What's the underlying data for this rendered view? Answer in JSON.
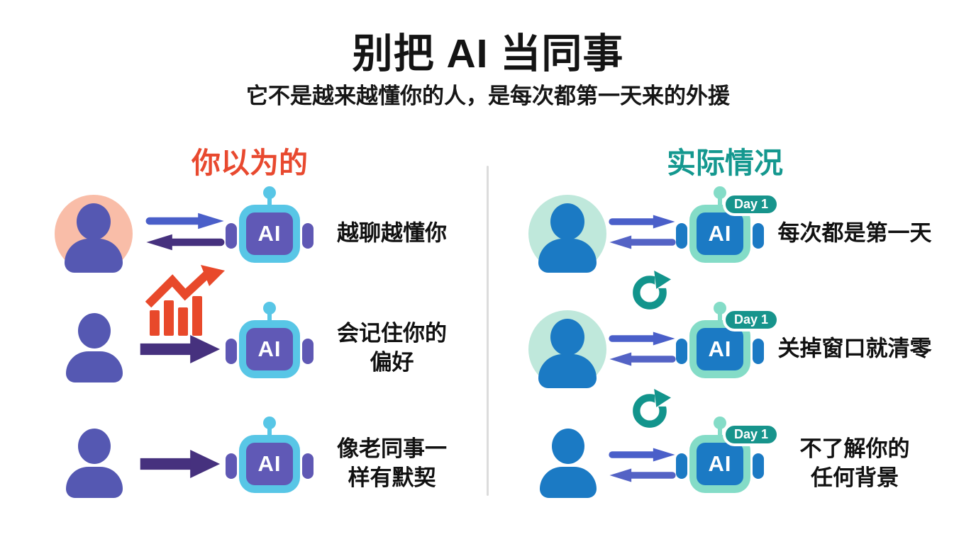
{
  "header": {
    "title": "别把 AI 当同事",
    "subtitle": "它不是越来越懂你的人，是每次都第一天来的外援"
  },
  "left": {
    "heading": "你以为的",
    "robot_label": "AI",
    "rows": [
      {
        "label": "越聊越懂你"
      },
      {
        "label": "会记住你的\n偏好"
      },
      {
        "label": "像老同事一\n样有默契"
      }
    ]
  },
  "right": {
    "heading": "实际情况",
    "robot_label": "AI",
    "rows": [
      {
        "label": "每次都是第一天",
        "badge": "Day 1"
      },
      {
        "label": "关掉窗口就清零",
        "badge": "Day 1"
      },
      {
        "label": "不了解你的\n任何背景",
        "badge": "Day 1"
      }
    ]
  },
  "icons": {
    "growth_chart": "rising-bar-chart-with-arrow",
    "refresh": "circular-reset-arrow",
    "arrow_pair": "bidirectional-exchange-arrows",
    "arrow_single": "one-way-arrow"
  },
  "colors": {
    "left_heading": "#E8492F",
    "right_heading": "#14988F",
    "person_purple": "#5558B2",
    "person_blue": "#1B7AC4",
    "avatar_peach": "#F9BDA8",
    "avatar_mint": "#BFE8DB",
    "robot_cyan": "#58C6E6",
    "robot_screen_purple": "#6059B6",
    "robot_mint": "#84DCC7",
    "robot_screen_blue": "#1B7AC4",
    "arrow_blue": "#4A5FC9",
    "arrow_dark_purple": "#46317E",
    "chart_red": "#E8492B",
    "refresh_teal": "#12948C",
    "badge_teal": "#17948C",
    "divider": "#DCDCDC",
    "text": "#121212"
  }
}
